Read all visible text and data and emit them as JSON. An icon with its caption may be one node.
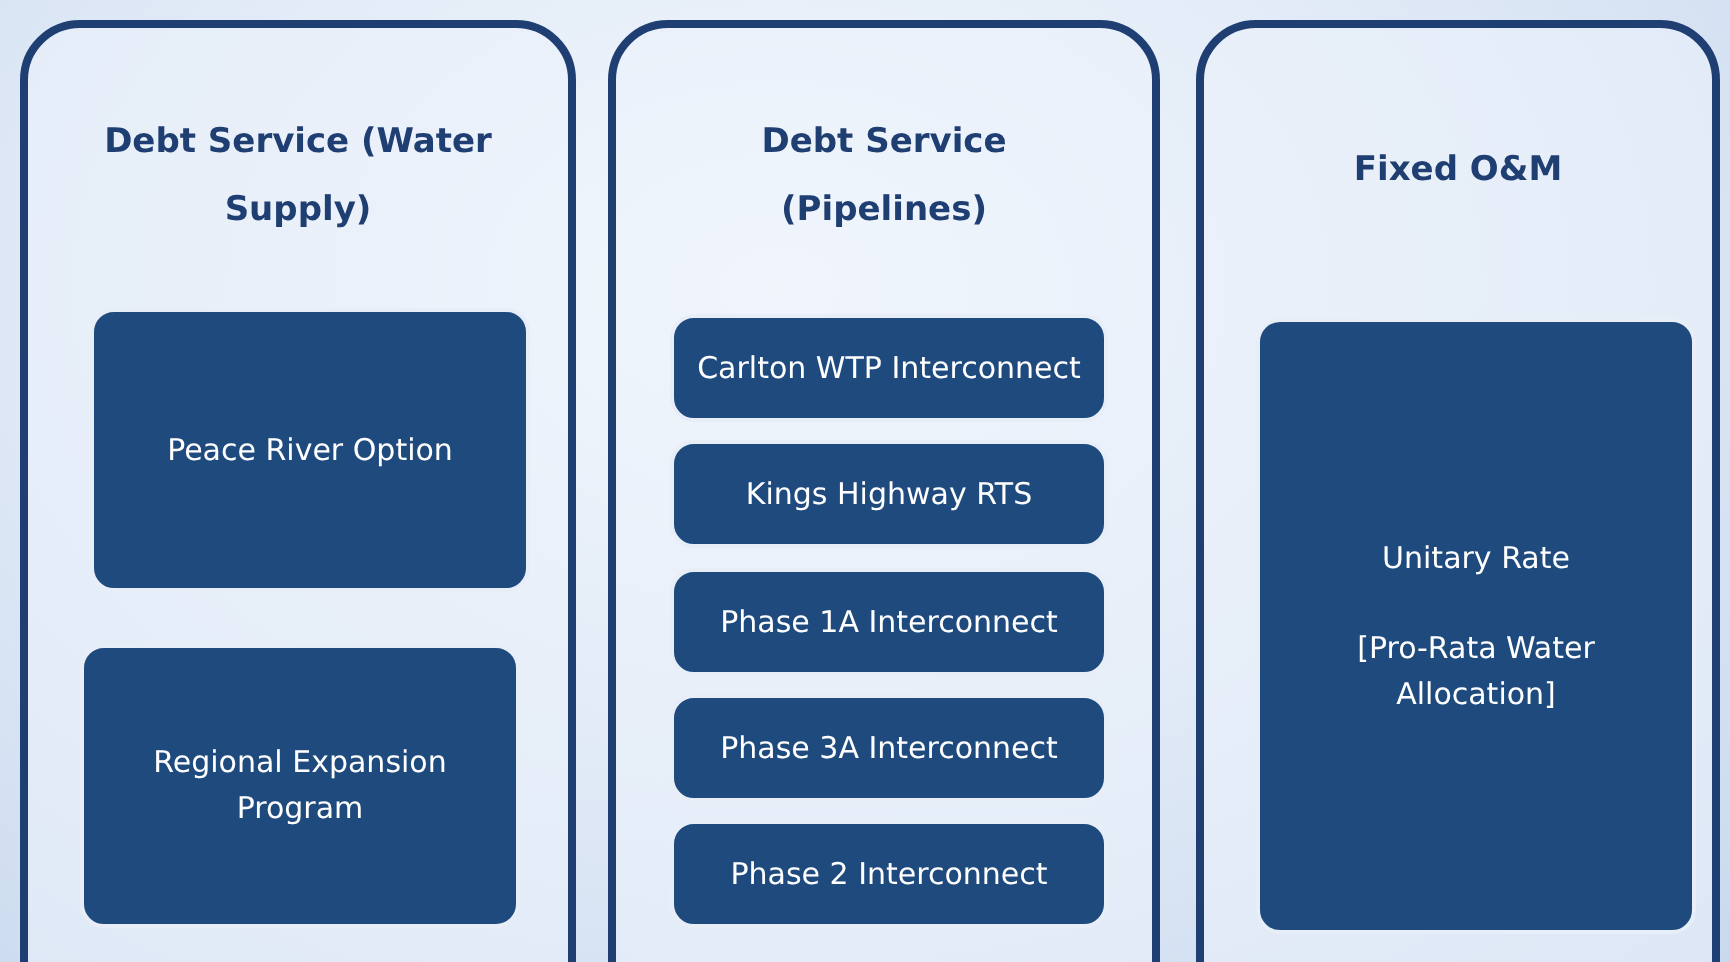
{
  "diagram": {
    "nodes": [
      {
        "text": [
          "Debt Service (Water Supply)"
        ]
      },
      {
        "text": [
          "Peace River Option"
        ],
        "in": 0
      },
      {
        "text": [
          "Regional Expansion Program"
        ],
        "in": 0
      },
      {
        "text": [
          "Debt Service (Pipelines)"
        ]
      },
      {
        "text": [
          "Carlton WTP Interconnect"
        ],
        "in": 3
      },
      {
        "text": [
          "Kings Highway RTS"
        ],
        "in": 3
      },
      {
        "text": [
          "Phase 1A Interconnect"
        ],
        "in": 3
      },
      {
        "text": [
          "Phase 3A Interconnect"
        ],
        "in": 3
      },
      {
        "text": [
          "Phase 2 Interconnect"
        ],
        "in": 3
      },
      {
        "text": [
          "Fixed O&M"
        ]
      },
      {
        "text": [
          "Unitary Rate",
          "[Pro-Rata Water Allocation]"
        ],
        "in": 9
      }
    ],
    "edges": []
  }
}
